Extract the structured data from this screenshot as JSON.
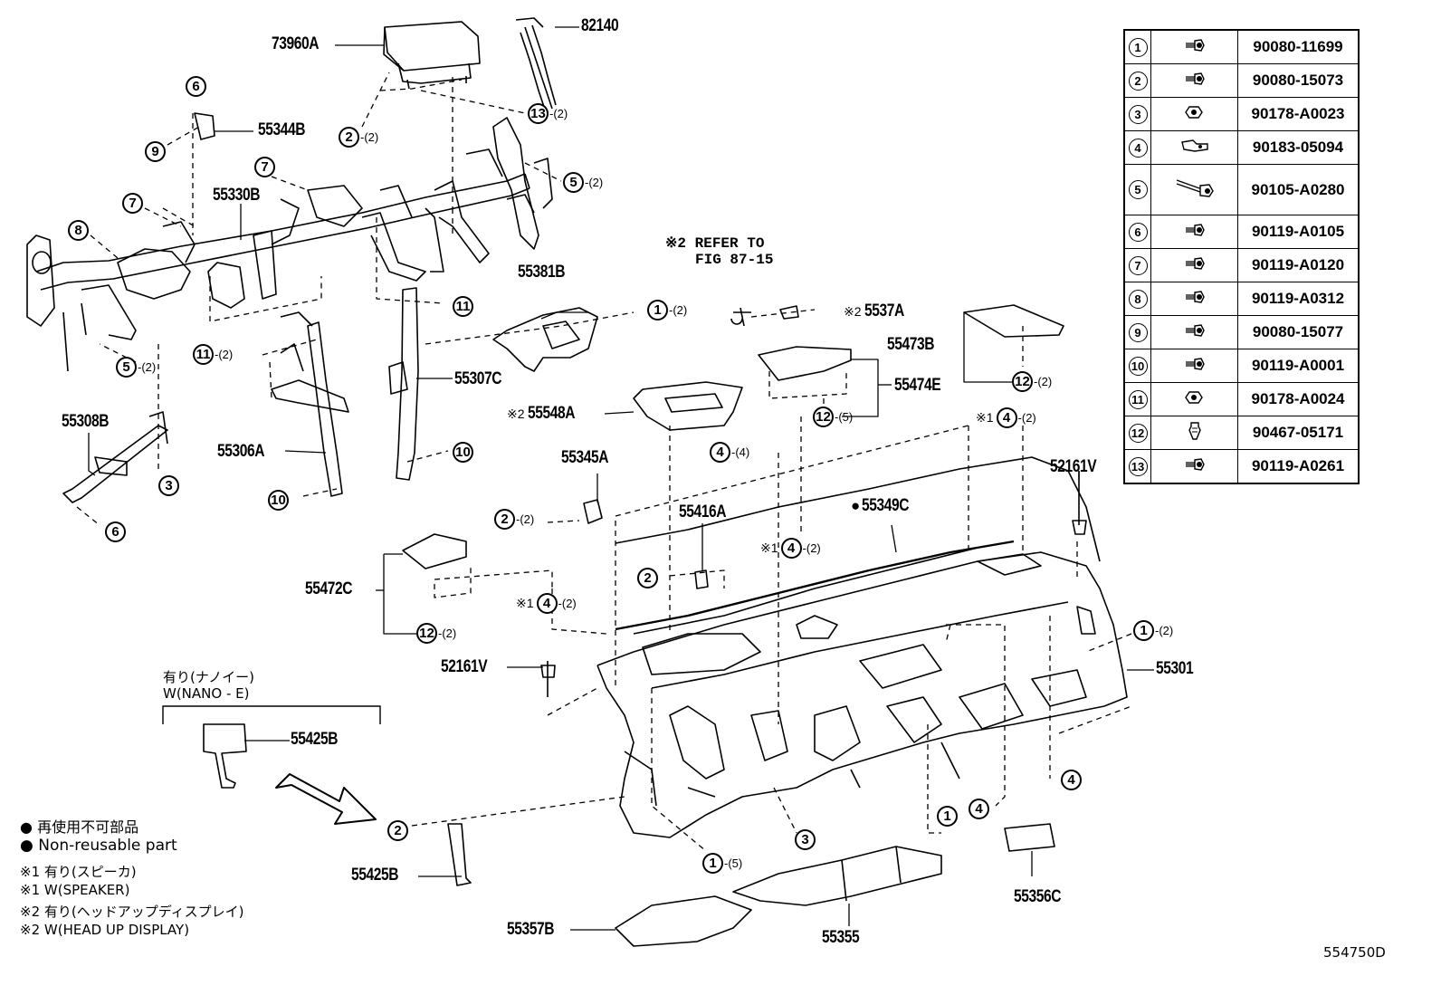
{
  "parts": {
    "p73960A": "73960A",
    "p82140": "82140",
    "p55344B": "55344B",
    "p55330B": "55330B",
    "p55381B": "55381B",
    "p55307C": "55307C",
    "p55306A": "55306A",
    "p55308B": "55308B",
    "p5537A": "5537A",
    "p55473B": "55473B",
    "p55474E": "55474E",
    "p55548A": "55548A",
    "p55345A": "55345A",
    "p55416A": "55416A",
    "p55349C": "55349C",
    "p52161V_right": "52161V",
    "p52161V_left": "52161V",
    "p55472C": "55472C",
    "p55301": "55301",
    "p55425B_top": "55425B",
    "p55425B_bottom": "55425B",
    "p55356C": "55356C",
    "p55357B": "55357B",
    "p55355": "55355"
  },
  "refer": {
    "line1": "※2 REFER TO",
    "line2": "FIG 87-15"
  },
  "nano": {
    "line1": "有り(ナノイー)",
    "line2": "W(NANO - E)"
  },
  "legend": {
    "jp_nonreuse": "再使用不可部品",
    "en_nonreuse": "Non-reusable part",
    "n1_jp": "※1 有り(スピーカ)",
    "n1_en": "※1 W(SPEAKER)",
    "n2_jp": "※2 有り(ヘッドアップディスプレイ)",
    "n2_en": "※2 W(HEAD UP DISPLAY)"
  },
  "marks": {
    "m1": "※1",
    "m2": "※2",
    "dot": "●"
  },
  "figure_id": "554750D",
  "callouts": [
    {
      "n": "13",
      "q": "-(2)"
    },
    {
      "n": "2",
      "q": "-(2)"
    },
    {
      "n": "5",
      "q": "-(2)"
    },
    {
      "n": "9",
      "q": ""
    },
    {
      "n": "6",
      "q": ""
    },
    {
      "n": "7",
      "q": ""
    },
    {
      "n": "7",
      "q": ""
    },
    {
      "n": "8",
      "q": ""
    },
    {
      "n": "11",
      "q": ""
    },
    {
      "n": "1",
      "q": "-(2)"
    },
    {
      "n": "11",
      "q": "-(2)"
    },
    {
      "n": "5",
      "q": "-(2)"
    },
    {
      "n": "10",
      "q": ""
    },
    {
      "n": "3",
      "q": ""
    },
    {
      "n": "10",
      "q": ""
    },
    {
      "n": "6",
      "q": ""
    },
    {
      "n": "12",
      "q": "-(2)"
    },
    {
      "n": "12",
      "q": "-(5)"
    },
    {
      "n": "4",
      "q": "-(2)"
    },
    {
      "n": "4",
      "q": "-(4)"
    },
    {
      "n": "2",
      "q": "-(2)"
    },
    {
      "n": "4",
      "q": "-(2)"
    },
    {
      "n": "2",
      "q": ""
    },
    {
      "n": "4",
      "q": "-(2)"
    },
    {
      "n": "12",
      "q": "-(2)"
    },
    {
      "n": "1",
      "q": "-(2)"
    },
    {
      "n": "4",
      "q": ""
    },
    {
      "n": "4",
      "q": ""
    },
    {
      "n": "1",
      "q": ""
    },
    {
      "n": "3",
      "q": ""
    },
    {
      "n": "1",
      "q": "-(5)"
    },
    {
      "n": "2",
      "q": ""
    }
  ],
  "table": [
    {
      "no": "1",
      "part": "90080-11699",
      "icon": "bolt-icon"
    },
    {
      "no": "2",
      "part": "90080-15073",
      "icon": "bolt-icon"
    },
    {
      "no": "3",
      "part": "90178-A0023",
      "icon": "nut-icon"
    },
    {
      "no": "4",
      "part": "90183-05094",
      "icon": "clip-nut-icon"
    },
    {
      "no": "5",
      "part": "90105-A0280",
      "icon": "long-bolt-icon"
    },
    {
      "no": "6",
      "part": "90119-A0105",
      "icon": "bolt-icon"
    },
    {
      "no": "7",
      "part": "90119-A0120",
      "icon": "bolt-icon"
    },
    {
      "no": "8",
      "part": "90119-A0312",
      "icon": "bolt-icon"
    },
    {
      "no": "9",
      "part": "90080-15077",
      "icon": "bolt-icon"
    },
    {
      "no": "10",
      "part": "90119-A0001",
      "icon": "bolt-icon"
    },
    {
      "no": "11",
      "part": "90178-A0024",
      "icon": "nut-icon"
    },
    {
      "no": "12",
      "part": "90467-05171",
      "icon": "clip-icon"
    },
    {
      "no": "13",
      "part": "90119-A0261",
      "icon": "bolt-icon"
    }
  ]
}
